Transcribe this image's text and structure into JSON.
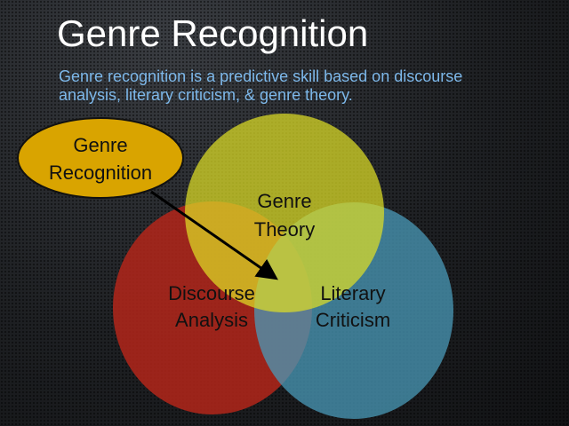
{
  "slide": {
    "title": "Genre Recognition",
    "subtitle": "Genre recognition is a predictive skill based on discourse analysis, literary criticism, & genre theory."
  },
  "callout": {
    "line1": "Genre",
    "line2": "Recognition",
    "color": "#d9a400"
  },
  "circles": [
    {
      "line1": "Genre",
      "line2": "Theory",
      "color": "#c8c81e"
    },
    {
      "line1": "Discourse",
      "line2": "Analysis",
      "color": "#b3261a"
    },
    {
      "line1": "Literary",
      "line2": "Criticism",
      "color": "#4a9ab8"
    }
  ]
}
